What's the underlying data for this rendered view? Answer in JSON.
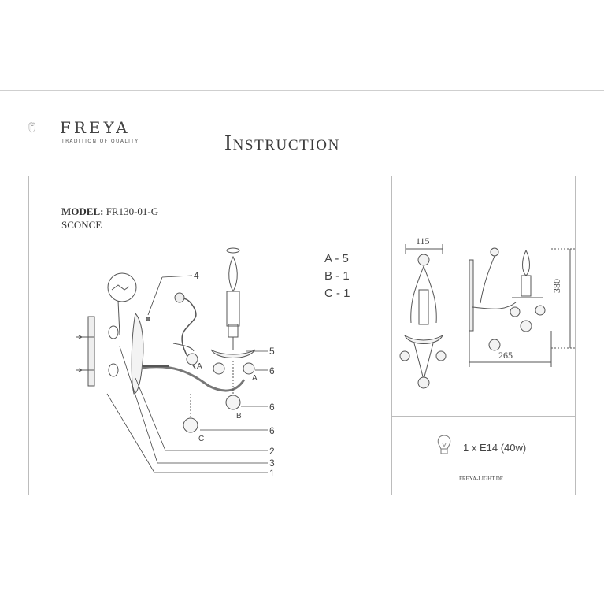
{
  "brand": {
    "name": "FREYA",
    "tagline": "TRADITION OF QUALITY",
    "logo_icon": "crowned-f-crest-icon"
  },
  "title": "Instruction",
  "model": {
    "label": "MODEL:",
    "value": "FR130-01-G",
    "type": "SCONCE"
  },
  "parts": [
    {
      "code": "A",
      "qty": "5",
      "text": "A - 5"
    },
    {
      "code": "B",
      "qty": "1",
      "text": "B - 1"
    },
    {
      "code": "C",
      "qty": "1",
      "text": "C - 1"
    }
  ],
  "callouts": {
    "n1": "1",
    "n2": "2",
    "n3": "3",
    "n4": "4",
    "n5": "5",
    "n6a": "6",
    "n6b": "6",
    "n6c": "6",
    "la1": "A",
    "la2": "A",
    "lb": "B",
    "lc": "C"
  },
  "dimensions": {
    "width": "115",
    "height": "380",
    "depth": "265"
  },
  "bulb": {
    "text": "1 x E14 (40w)",
    "icon": "light-bulb-icon"
  },
  "website": "FREYA-LIGHT.DE"
}
